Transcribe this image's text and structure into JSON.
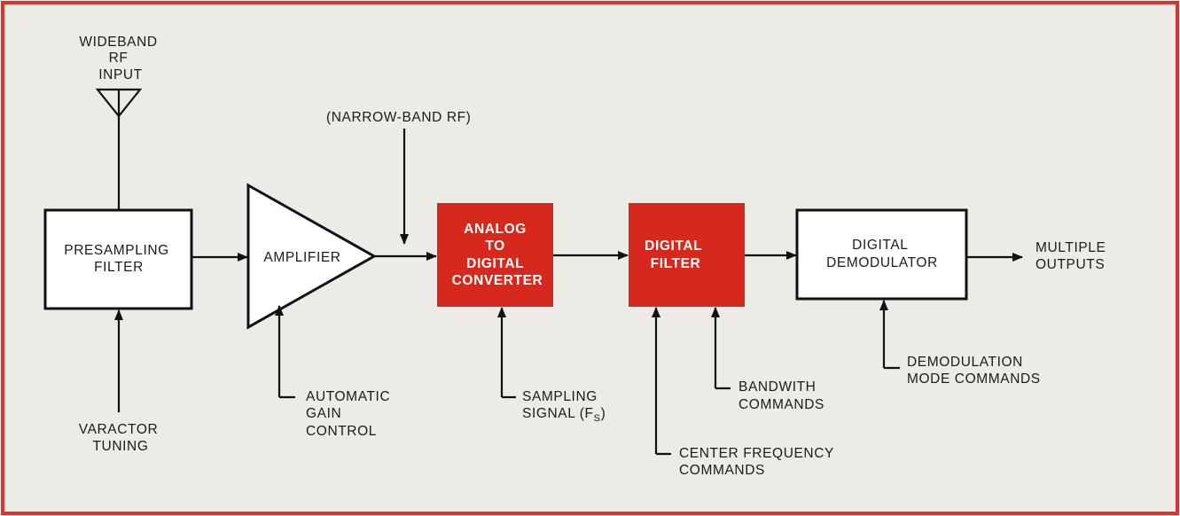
{
  "colors": {
    "border": "#d9342b",
    "highlight_block": "#d6281c",
    "background": "#ecebe6",
    "ink": "#111111"
  },
  "antenna": {
    "icon": "antenna-icon",
    "lines": [
      "WIDEBAND",
      "RF",
      "INPUT"
    ]
  },
  "narrowband": {
    "label": "(NARROW-BAND RF)"
  },
  "blocks": {
    "presampling": {
      "lines": [
        "PRESAMPLING",
        "FILTER"
      ]
    },
    "amplifier": {
      "lines": [
        "AMPLIFIER"
      ]
    },
    "adc": {
      "lines": [
        "ANALOG",
        "TO",
        "DIGITAL",
        "CONVERTER"
      ]
    },
    "digital_filter": {
      "lines": [
        "DIGITAL",
        "FILTER"
      ]
    },
    "demodulator": {
      "lines": [
        "DIGITAL",
        "DEMODULATOR"
      ]
    }
  },
  "output": {
    "lines": [
      "MULTIPLE",
      "OUTPUTS"
    ]
  },
  "controls": {
    "varactor": {
      "lines": [
        "VARACTOR",
        "TUNING"
      ]
    },
    "agc": {
      "lines": [
        "AUTOMATIC",
        "GAIN",
        "CONTROL"
      ]
    },
    "sampling": {
      "line1": "SAMPLING",
      "line2_prefix": "SIGNAL (F",
      "line2_sub": "S",
      "line2_suffix": ")"
    },
    "center_freq": {
      "lines": [
        "CENTER FREQUENCY",
        "COMMANDS"
      ]
    },
    "bandwidth": {
      "lines": [
        "BANDWITH",
        "COMMANDS"
      ]
    },
    "demod_mode": {
      "lines": [
        "DEMODULATION",
        "MODE COMMANDS"
      ]
    }
  }
}
